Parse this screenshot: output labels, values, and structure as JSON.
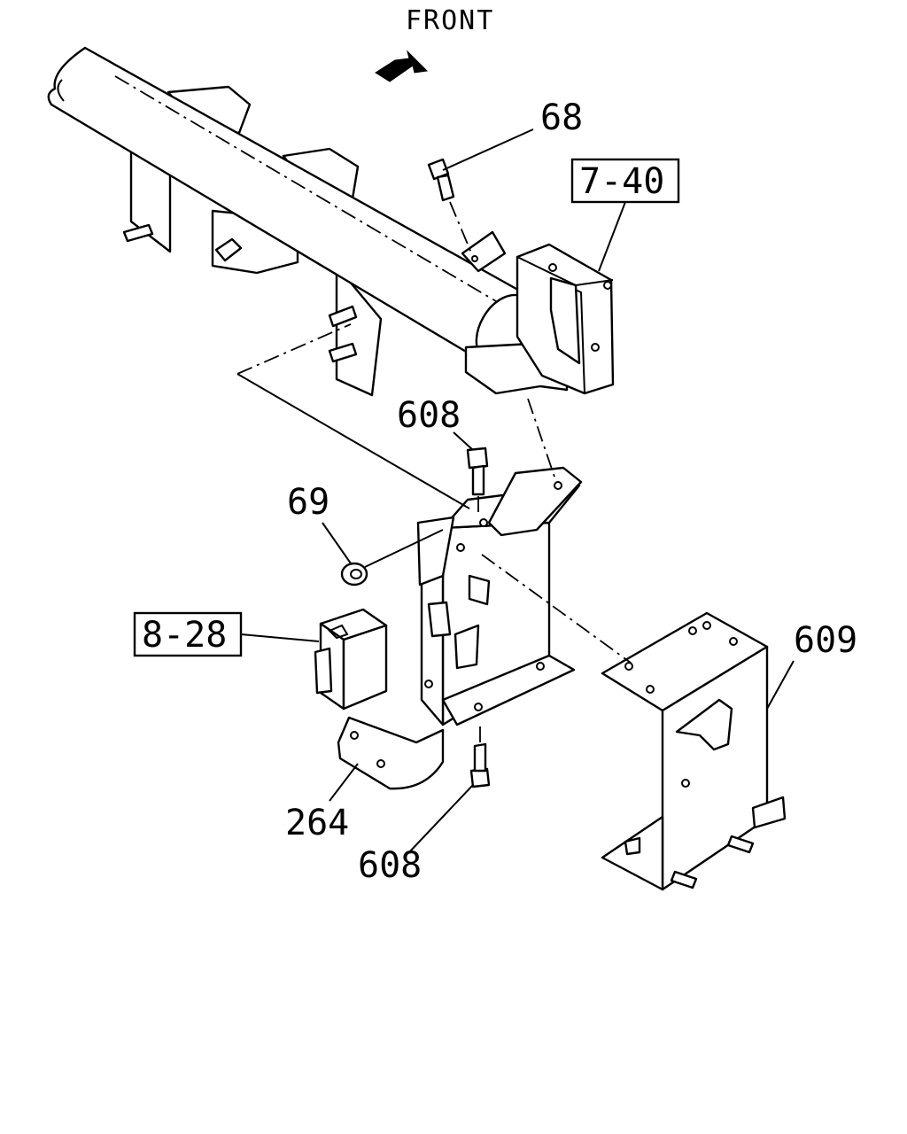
{
  "direction": {
    "label": "FRONT",
    "icon": "arrow-icon"
  },
  "callouts": {
    "c68": "68",
    "c740": "7-40",
    "c608_top": "608",
    "c69": "69",
    "c828": "8-28",
    "c609": "609",
    "c264": "264",
    "c608_bottom": "608"
  },
  "colors": {
    "ink": "#000000",
    "paper": "#ffffff"
  }
}
